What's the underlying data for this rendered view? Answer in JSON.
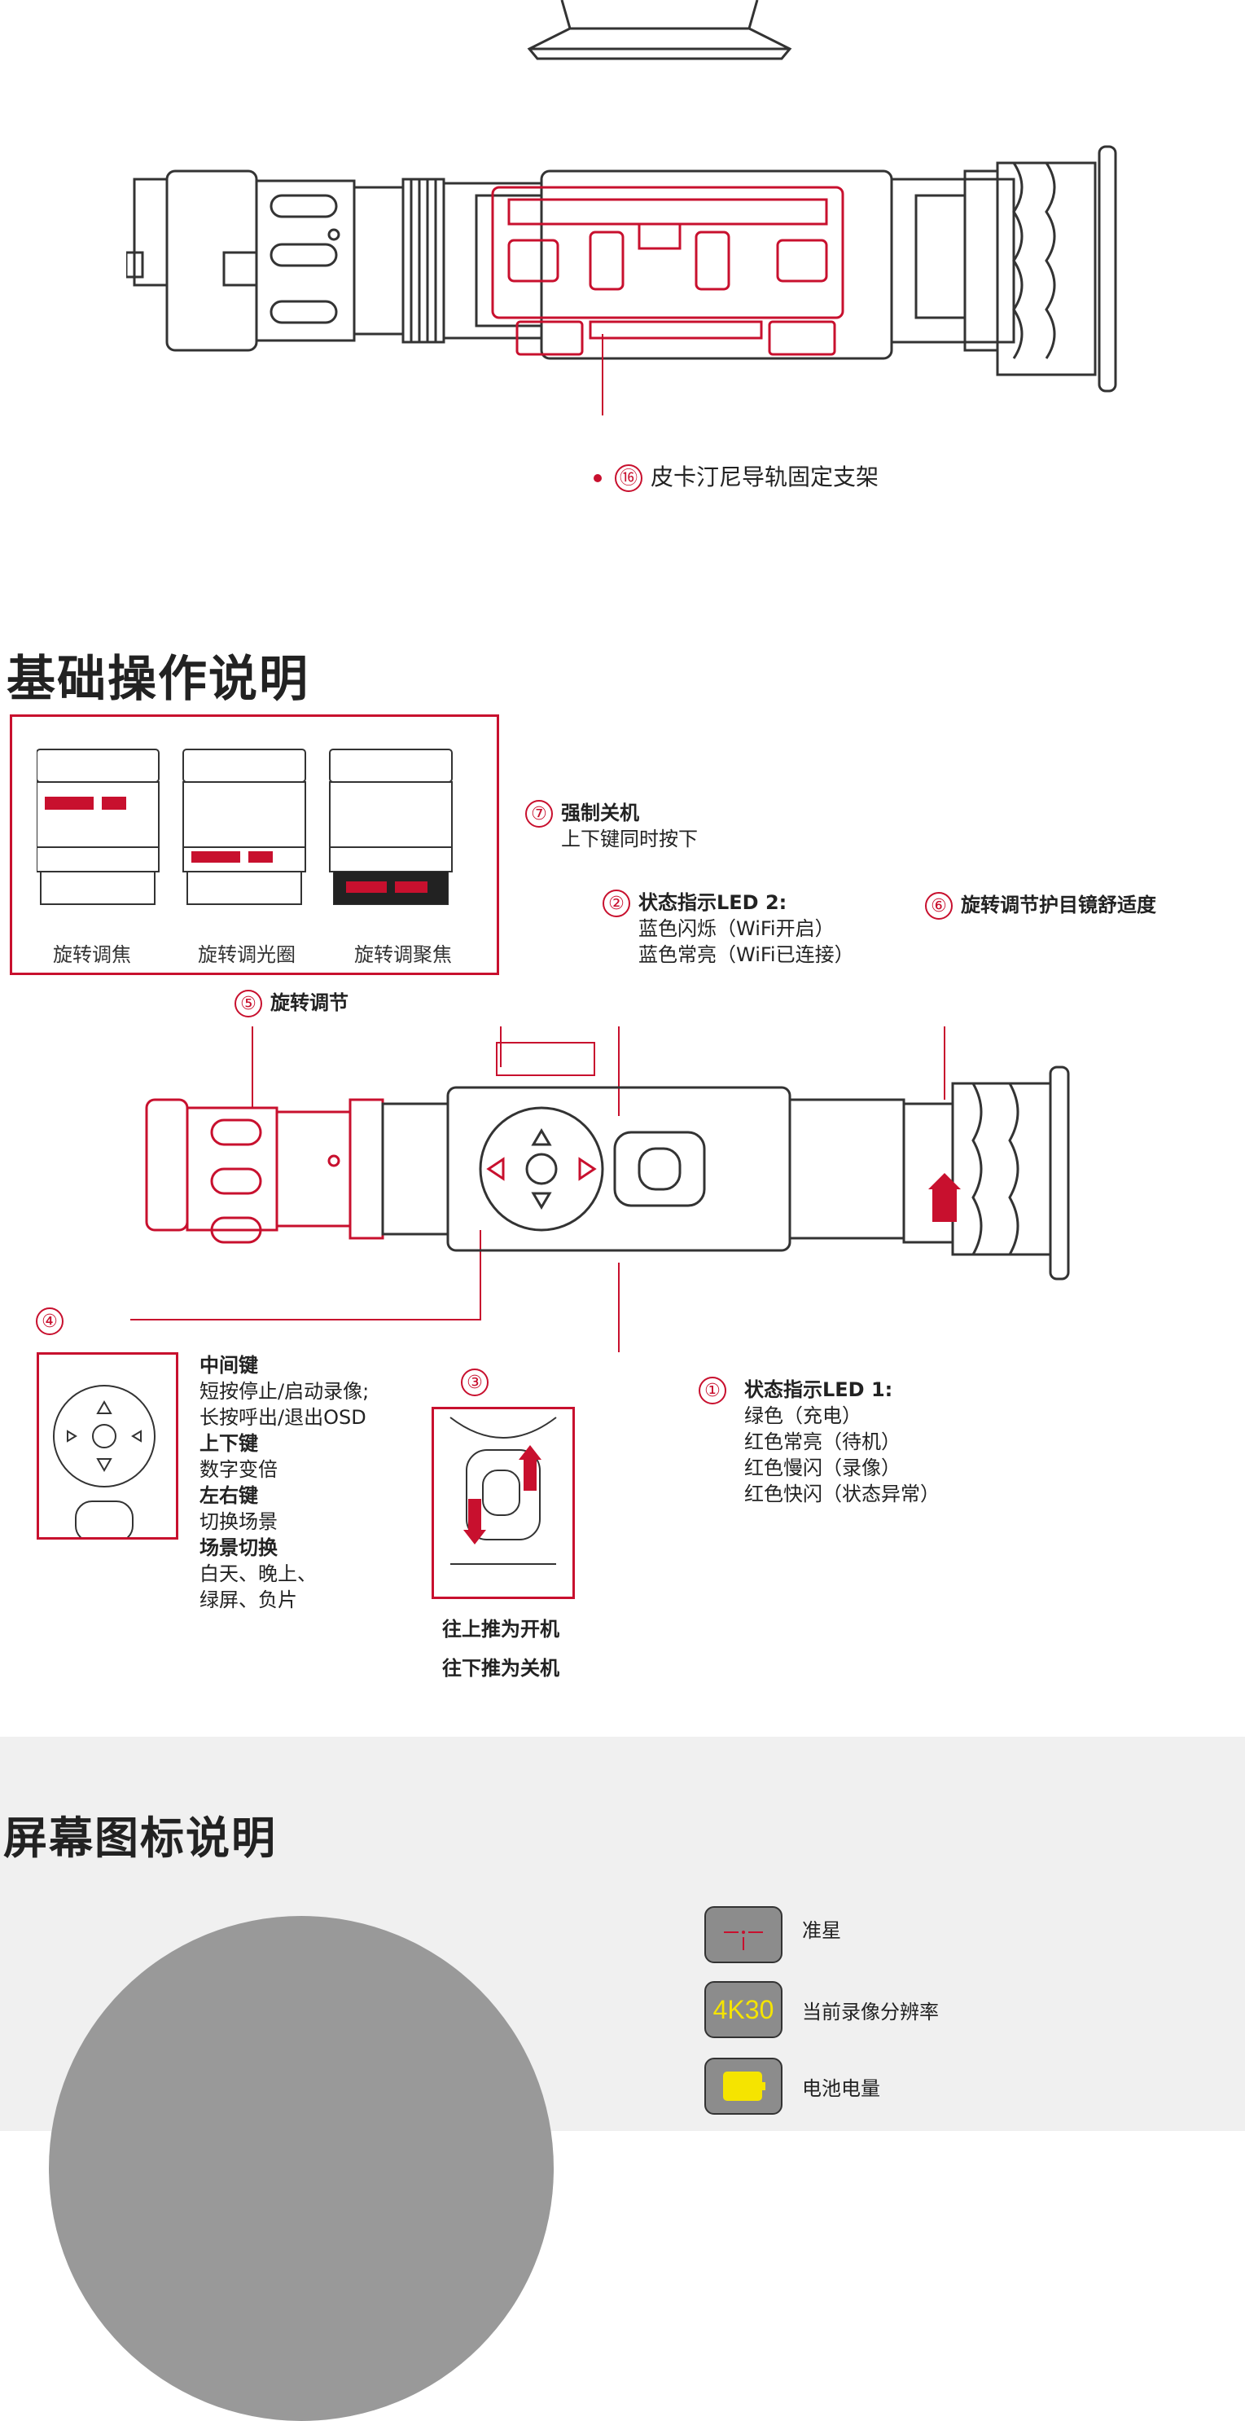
{
  "top_diagram": {
    "callout_16": {
      "num": "⑯",
      "label": "皮卡汀尼导轨固定支架"
    }
  },
  "section_basic": {
    "title": "基础操作说明",
    "lens_panel": {
      "items": [
        "旋转调焦",
        "旋转调光圈",
        "旋转调聚焦"
      ]
    },
    "callout_7": {
      "num": "⑦",
      "title": "强制关机",
      "desc": "上下键同时按下"
    },
    "callout_2": {
      "num": "②",
      "title": "状态指示LED 2:",
      "lines": [
        "蓝色闪烁（WiFi开启）",
        "蓝色常亮（WiFi已连接）"
      ]
    },
    "callout_6": {
      "num": "⑥",
      "title": "旋转调节护目镜舒适度"
    },
    "callout_5": {
      "num": "⑤",
      "title": "旋转调节"
    },
    "callout_4": {
      "num": "④"
    },
    "callout_3": {
      "num": "③"
    },
    "callout_1": {
      "num": "①",
      "title": "状态指示LED 1:",
      "lines": [
        "绿色（充电）",
        "红色常亮（待机）",
        "红色慢闪（录像）",
        "红色快闪（状态异常）"
      ]
    },
    "keys": {
      "center_title": "中间键",
      "center_lines": [
        "短按停止/启动录像;",
        "长按呼出/退出OSD"
      ],
      "updown_title": "上下键",
      "updown_desc": "数字变倍",
      "leftright_title": "左右键",
      "leftright_desc": "切换场景",
      "scene_title": "场景切换",
      "scene_lines": [
        "白天、晚上、",
        "绿屏、负片"
      ]
    },
    "power": {
      "on": "往上推为开机",
      "off": "往下推为关机"
    }
  },
  "section_screen": {
    "title": "屏幕图标说明",
    "icons": [
      {
        "name": "reticle",
        "label": "准星"
      },
      {
        "name": "resolution",
        "glyph": "4K30",
        "label": "当前录像分辨率"
      },
      {
        "name": "battery",
        "label": "电池电量"
      }
    ]
  },
  "colors": {
    "accent": "#c8102e",
    "grey_bg": "#f0f0f0",
    "yellow": "#f5e400"
  }
}
